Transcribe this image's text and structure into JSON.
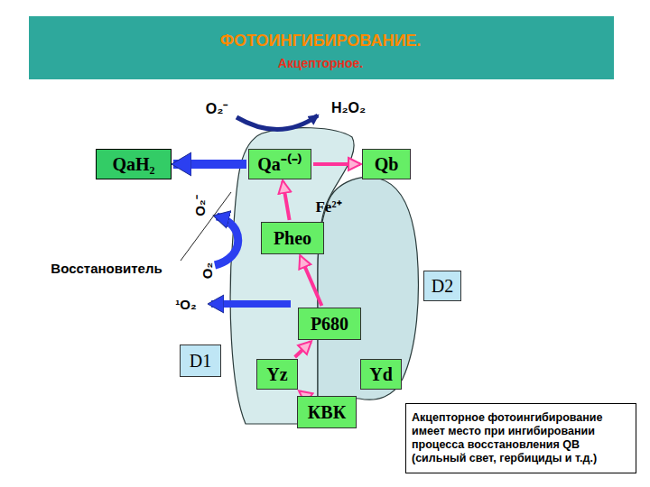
{
  "diagram": {
    "title": "ФОТОИНГИБИРОВАНИЕ.",
    "nodes": [
      {
        "text": [
          "QaH₂"
        ]
      },
      {
        "text": [
          "Qa⁻⁽⁻⁾"
        ]
      },
      {
        "text": [
          "Qb"
        ]
      },
      {
        "text": [
          "Pheo"
        ]
      },
      {
        "text": [
          "D2"
        ]
      },
      {
        "text": [
          "P680"
        ]
      },
      {
        "text": [
          "D1"
        ]
      },
      {
        "text": [
          "Yz"
        ]
      },
      {
        "text": [
          "Yd"
        ]
      },
      {
        "text": [
          "КВК"
        ]
      },
      {
        "text": [
          "Акцепторное фотоингибирование имеет место при ингибировании процесса восстановления QB (сильный свет, гербициды и т.д.)"
        ]
      }
    ],
    "edges": [
      {
        "from": 9,
        "to": 7,
        "arrow": "to"
      },
      {
        "from": 7,
        "to": 5,
        "arrow": "to"
      },
      {
        "from": 5,
        "to": 3,
        "arrow": "to"
      },
      {
        "from": 3,
        "to": 1,
        "arrow": "to"
      },
      {
        "from": 1,
        "to": 2,
        "arrow": "to"
      },
      {
        "from": 1,
        "to": 0,
        "arrow": "to"
      }
    ],
    "labels": [
      "Акцепторное.",
      "O₂⁻",
      "H₂O₂",
      "Fe²⁺",
      "O₂⁻",
      "O₂",
      "Восстановитель",
      "¹O₂"
    ]
  }
}
